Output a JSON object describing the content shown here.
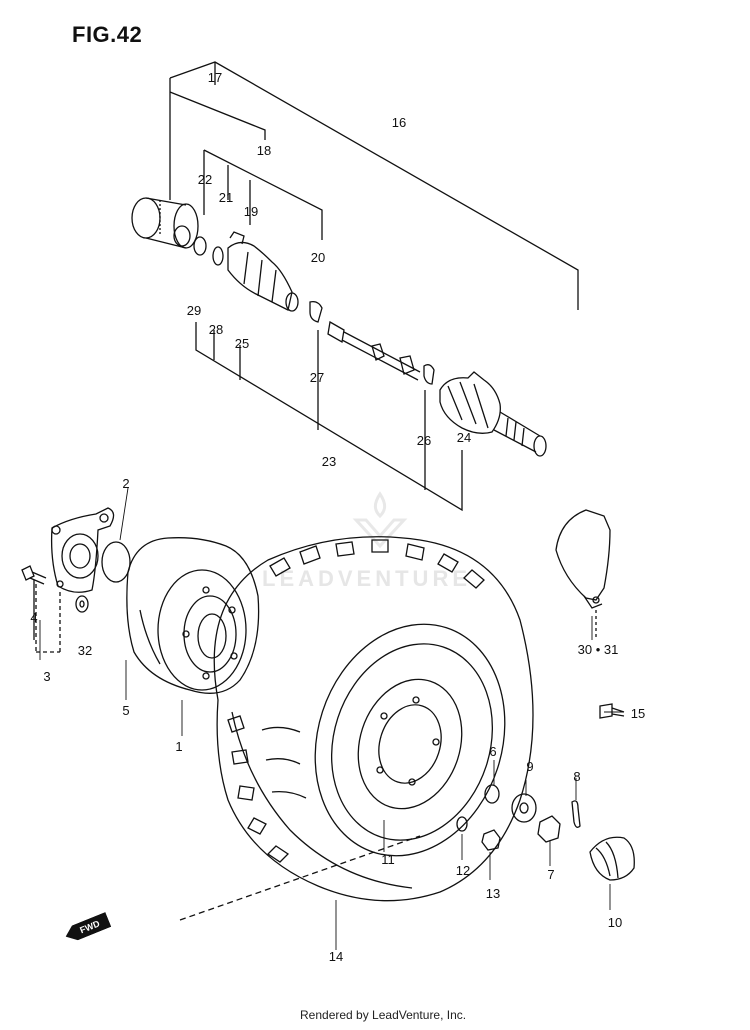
{
  "figure": {
    "title": "FIG.42"
  },
  "fwd_arrow": {
    "label": "FWD"
  },
  "footer": {
    "text": "Rendered by LeadVenture, Inc."
  },
  "watermark": {
    "text": "LEADVENTURE"
  },
  "callouts": [
    {
      "id": "c17",
      "text": "17"
    },
    {
      "id": "c16",
      "text": "16"
    },
    {
      "id": "c18",
      "text": "18"
    },
    {
      "id": "c22",
      "text": "22"
    },
    {
      "id": "c21",
      "text": "21"
    },
    {
      "id": "c19",
      "text": "19"
    },
    {
      "id": "c20",
      "text": "20"
    },
    {
      "id": "c29",
      "text": "29"
    },
    {
      "id": "c28",
      "text": "28"
    },
    {
      "id": "c25",
      "text": "25"
    },
    {
      "id": "c27",
      "text": "27"
    },
    {
      "id": "c23",
      "text": "23"
    },
    {
      "id": "c26",
      "text": "26"
    },
    {
      "id": "c24",
      "text": "24"
    },
    {
      "id": "c2",
      "text": "2"
    },
    {
      "id": "c4",
      "text": "4"
    },
    {
      "id": "c32",
      "text": "32"
    },
    {
      "id": "c3",
      "text": "3"
    },
    {
      "id": "c5",
      "text": "5"
    },
    {
      "id": "c1",
      "text": "1"
    },
    {
      "id": "c3031",
      "text": "30 • 31"
    },
    {
      "id": "c15",
      "text": "15"
    },
    {
      "id": "c6",
      "text": "6"
    },
    {
      "id": "c9",
      "text": "9"
    },
    {
      "id": "c8",
      "text": "8"
    },
    {
      "id": "c11",
      "text": "11"
    },
    {
      "id": "c12",
      "text": "12"
    },
    {
      "id": "c13",
      "text": "13"
    },
    {
      "id": "c7",
      "text": "7"
    },
    {
      "id": "c10",
      "text": "10"
    },
    {
      "id": "c14",
      "text": "14"
    }
  ]
}
